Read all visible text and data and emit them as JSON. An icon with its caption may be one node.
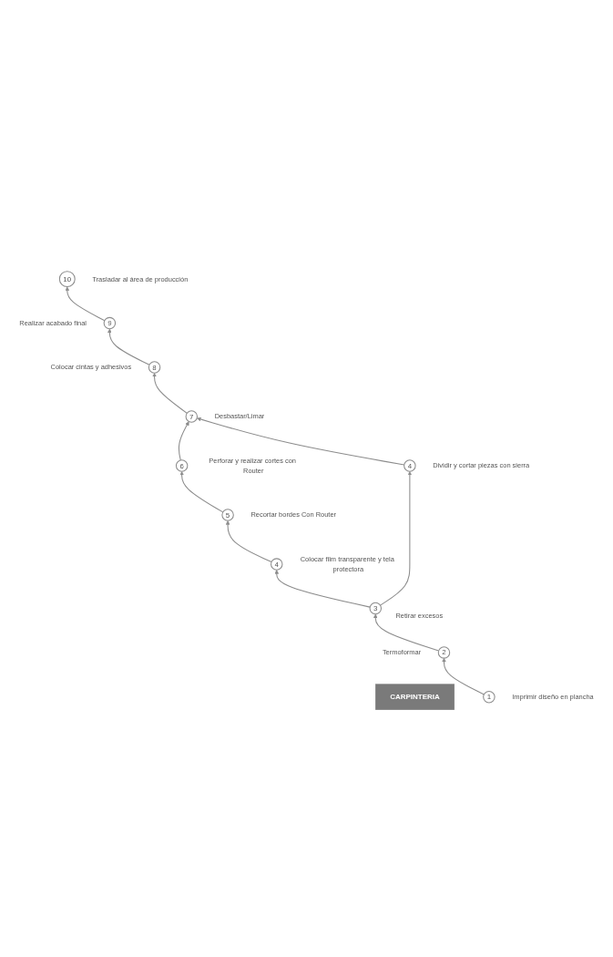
{
  "diagram": {
    "nodes": [
      {
        "text": [
          "9"
        ],
        "beside": [
          "Realizar acabado final"
        ]
      },
      {
        "text": [
          "10"
        ],
        "beside": [
          "Trasladar al área de producción"
        ]
      },
      {
        "text": [
          "8"
        ],
        "beside": [
          "Colocar cintas y adhesivos"
        ]
      },
      {
        "text": [
          "7"
        ],
        "beside": [
          "Desbastar/Limar"
        ]
      },
      {
        "text": [
          "4"
        ],
        "beside": [
          "Dividir y cortar piezas con sierra"
        ]
      },
      {
        "text": [
          "6"
        ],
        "beside": [
          "Perforar y realizar cortes con Router"
        ]
      },
      {
        "text": [
          "5"
        ],
        "beside": [
          "Recortar bordes Con Router"
        ]
      },
      {
        "text": [
          "CARPINTERIA"
        ]
      },
      {
        "text": [
          "4"
        ],
        "beside": [
          "Colocar film transparente y tela protectora"
        ]
      },
      {
        "text": [
          "3"
        ],
        "beside": [
          "Retirar excesos"
        ]
      },
      {
        "text": [
          "1"
        ],
        "beside": [
          "Imprimir diseño en plancha"
        ]
      },
      {
        "text": [
          "2"
        ],
        "beside": [
          "Termoformar"
        ]
      }
    ],
    "edges": [
      {
        "from": 10,
        "to": 11,
        "arrow": "to"
      },
      {
        "from": 11,
        "to": 9,
        "arrow": "to"
      },
      {
        "from": 9,
        "to": 8,
        "arrow": "to"
      },
      {
        "from": 8,
        "to": 6,
        "arrow": "to"
      },
      {
        "from": 6,
        "to": 5,
        "arrow": "to"
      },
      {
        "from": 5,
        "to": 3,
        "arrow": "to"
      },
      {
        "from": 9,
        "to": 4,
        "arrow": "to"
      },
      {
        "from": 4,
        "to": 3,
        "arrow": "to"
      },
      {
        "from": 3,
        "to": 2,
        "arrow": "to"
      },
      {
        "from": 2,
        "to": 0,
        "arrow": "to"
      },
      {
        "from": 0,
        "to": 1,
        "arrow": "to"
      }
    ]
  }
}
